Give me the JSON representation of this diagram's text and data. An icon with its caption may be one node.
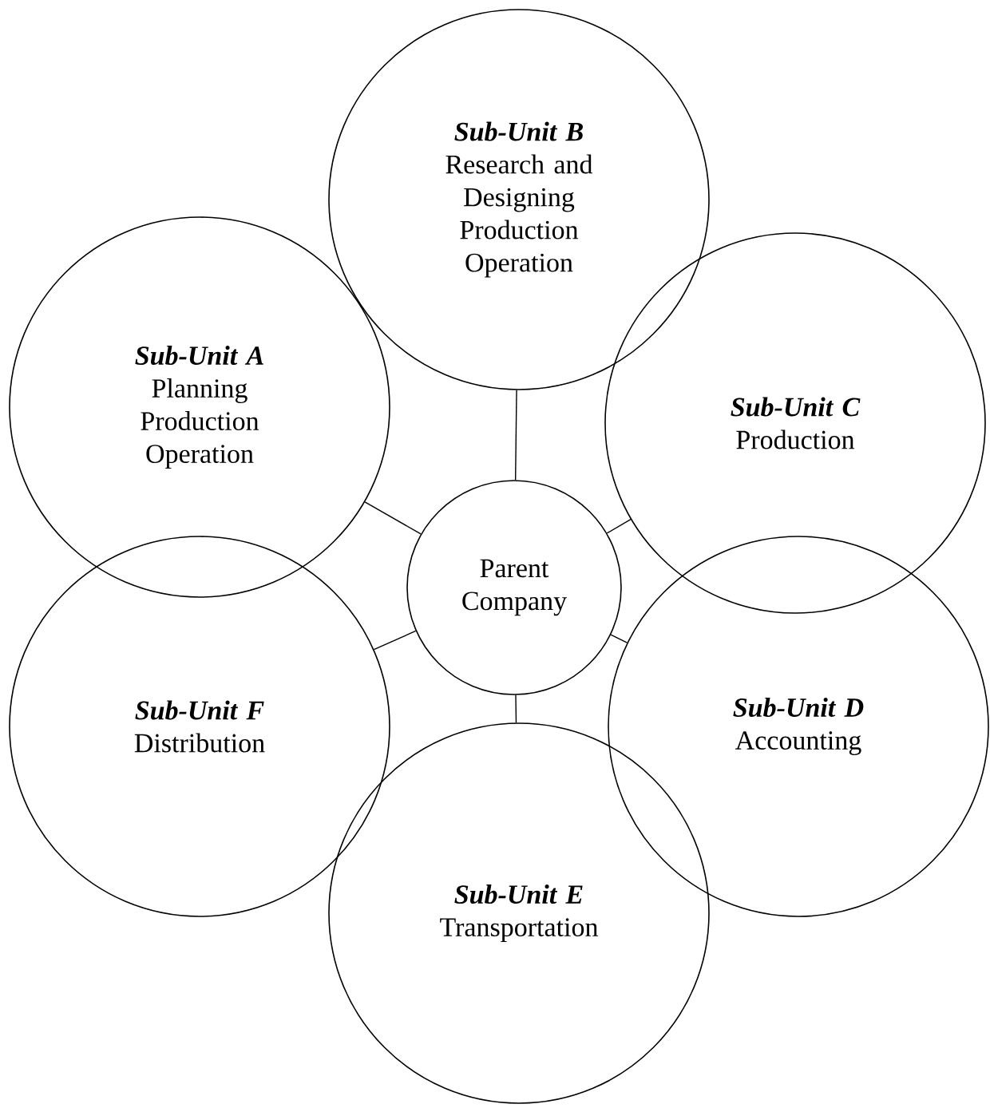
{
  "diagram": {
    "nodes": [
      {
        "text": [
          "Sub-Unit B",
          "Research and Designing Production Operation"
        ]
      },
      {
        "text": [
          "Sub-Unit A",
          "Planning Production Operation"
        ]
      },
      {
        "text": [
          "Sub-Unit C",
          "Production"
        ]
      },
      {
        "text": [
          "Parent Company"
        ]
      },
      {
        "text": [
          "Sub-Unit F",
          "Distribution"
        ]
      },
      {
        "text": [
          "Sub-Unit D",
          "Accounting"
        ]
      },
      {
        "text": [
          "Sub-Unit E",
          "Transportation"
        ]
      }
    ],
    "edges": [
      {
        "from": 3,
        "to": 0,
        "arrow": "none"
      },
      {
        "from": 3,
        "to": 1,
        "arrow": "none"
      },
      {
        "from": 3,
        "to": 2,
        "arrow": "none"
      },
      {
        "from": 3,
        "to": 4,
        "arrow": "none"
      },
      {
        "from": 3,
        "to": 5,
        "arrow": "none"
      },
      {
        "from": 3,
        "to": 6,
        "arrow": "none"
      }
    ]
  }
}
